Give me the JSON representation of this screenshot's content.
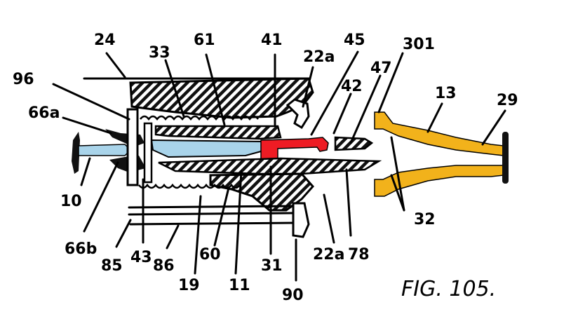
{
  "figure": {
    "caption": "FIG.  105."
  },
  "labels": {
    "l24": "24",
    "l33": "33",
    "l61": "61",
    "l41": "41",
    "l45": "45",
    "l22a_top": "22a",
    "l301": "301",
    "l96": "96",
    "l42": "42",
    "l47": "47",
    "l13": "13",
    "l29": "29",
    "l66a": "66a",
    "l10": "10",
    "l66b": "66b",
    "l85": "85",
    "l43": "43",
    "l86": "86",
    "l19": "19",
    "l60": "60",
    "l11": "11",
    "l31": "31",
    "l22a_bottom": "22a",
    "l78": "78",
    "l32": "32",
    "l90": "90"
  },
  "colors": {
    "outline": "#000000",
    "fluid_blue": "#a9d4ea",
    "actuator_red": "#ee1c24",
    "coupling_yellow": "#f2b21b"
  }
}
